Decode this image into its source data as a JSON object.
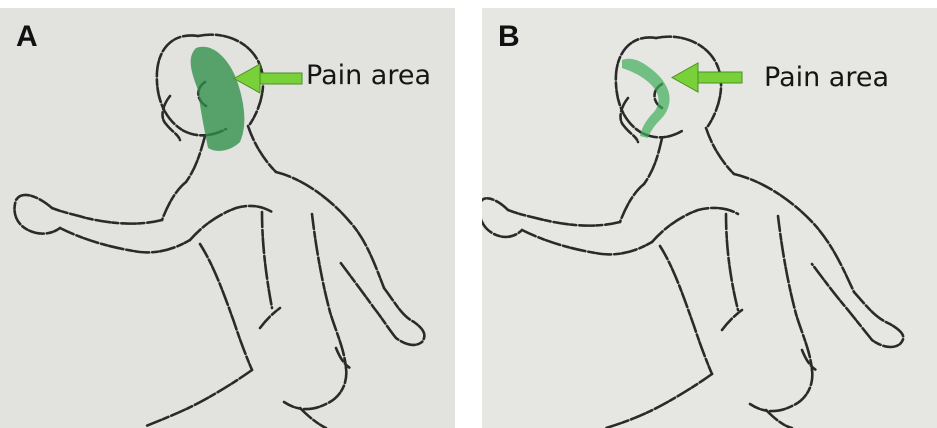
{
  "panels": [
    {
      "letter": "A",
      "annotation": "Pain area",
      "highlight": {
        "color": "#2f8f4a",
        "extent": "broad region"
      },
      "arrow_color": "#79d13a"
    },
    {
      "letter": "B",
      "annotation": "Pain area",
      "highlight": {
        "color": "#3fae5a",
        "extent": "narrow band"
      },
      "arrow_color": "#79d13a"
    }
  ],
  "colors": {
    "paper": "#e2e2df",
    "ink": "#2a2a2a"
  }
}
